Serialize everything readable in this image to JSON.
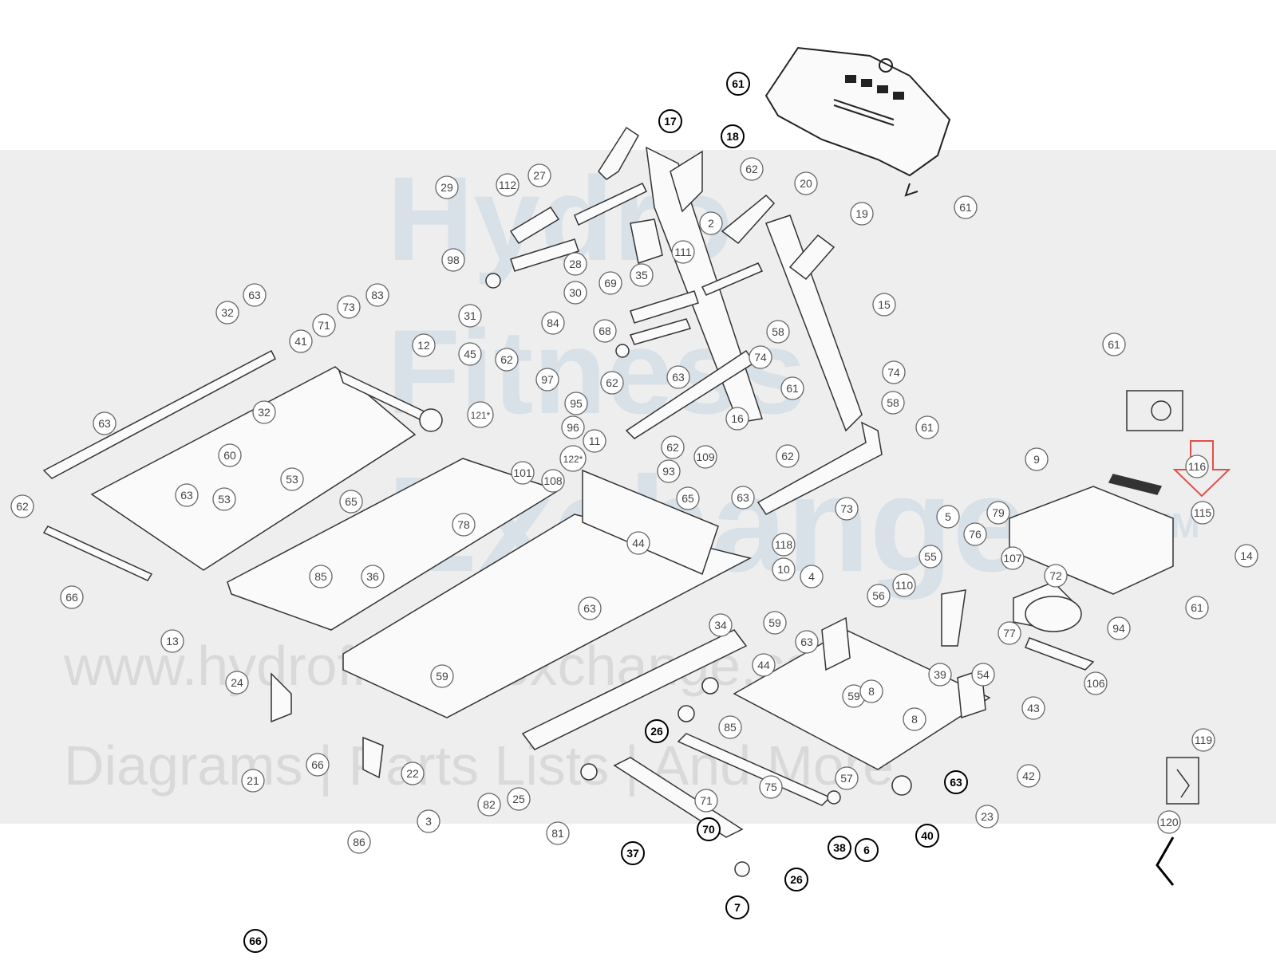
{
  "watermark": {
    "brand_line1": "Hydro",
    "brand_line2": "Fitness",
    "brand_line3": "Exchange",
    "trademark": "TM",
    "url": "www.hydrofitnessexchange.com",
    "tagline": "Diagrams | Parts Lists | And More"
  },
  "highlight_color": "#e0504a",
  "callouts": [
    "61",
    "17",
    "18",
    "62",
    "20",
    "61",
    "19",
    "29",
    "112",
    "27",
    "2",
    "98",
    "28",
    "111",
    "35",
    "69",
    "30",
    "31",
    "84",
    "63",
    "32",
    "73",
    "83",
    "41",
    "71",
    "12",
    "68",
    "58",
    "74",
    "63",
    "45",
    "62",
    "97",
    "95",
    "121*",
    "96",
    "62",
    "74",
    "61",
    "58",
    "61",
    "63",
    "32",
    "60",
    "63",
    "53",
    "53",
    "11",
    "62",
    "109",
    "93",
    "122*",
    "65",
    "101",
    "108",
    "44",
    "65",
    "62",
    "63",
    "118",
    "62",
    "78",
    "36",
    "85",
    "10",
    "4",
    "59",
    "63",
    "34",
    "63",
    "44",
    "59",
    "24",
    "21",
    "66",
    "22",
    "82",
    "25",
    "81",
    "26",
    "85",
    "71",
    "70",
    "75",
    "37",
    "7",
    "26",
    "38",
    "6",
    "40",
    "63",
    "23",
    "57",
    "42",
    "43",
    "59",
    "8",
    "8",
    "39",
    "54",
    "110",
    "55",
    "56",
    "5",
    "76",
    "79",
    "107",
    "77",
    "72",
    "94",
    "106",
    "9",
    "116",
    "115",
    "14",
    "61",
    "61",
    "119",
    "120",
    "86",
    "66",
    "13",
    "73",
    "16",
    "15",
    "3",
    "66"
  ]
}
